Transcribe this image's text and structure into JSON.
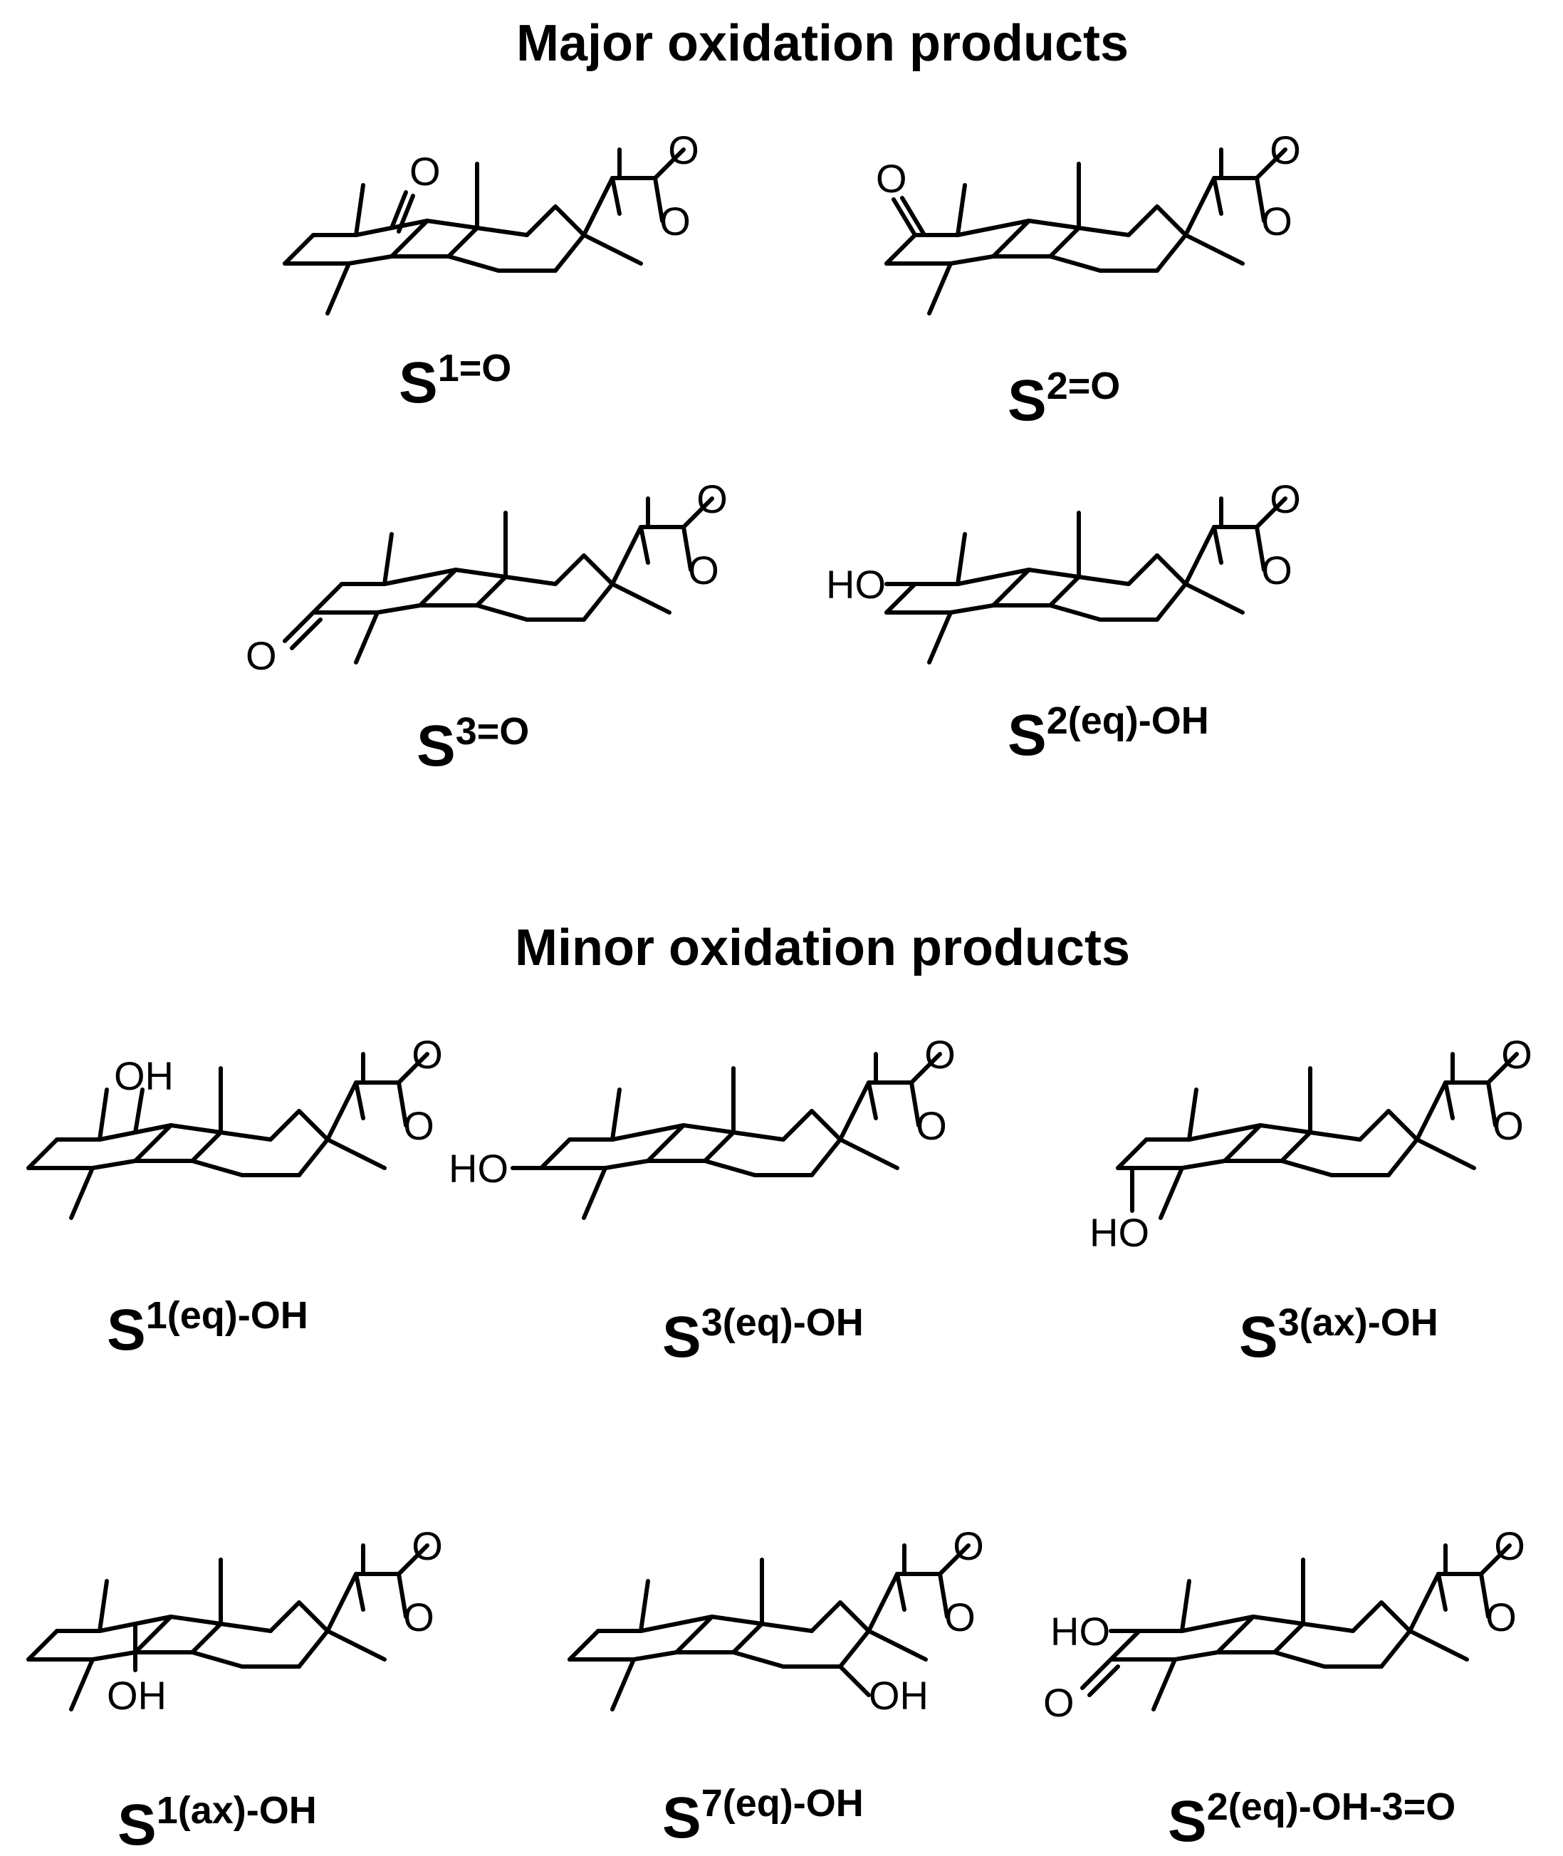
{
  "sections": {
    "major_title": "Major oxidation products",
    "minor_title": "Minor oxidation products"
  },
  "atoms": {
    "oxygen": "O",
    "hydroxyl": "HO",
    "hydroxyl_right": "OH"
  },
  "compounds": [
    {
      "base": "S",
      "sup": "1=O"
    },
    {
      "base": "S",
      "sup": "2=O"
    },
    {
      "base": "S",
      "sup": "3=O"
    },
    {
      "base": "S",
      "sup": "2(eq)-OH"
    },
    {
      "base": "S",
      "sup": "1(eq)-OH"
    },
    {
      "base": "S",
      "sup": "3(eq)-OH"
    },
    {
      "base": "S",
      "sup": "3(ax)-OH"
    },
    {
      "base": "S",
      "sup": "1(ax)-OH"
    },
    {
      "base": "S",
      "sup": "7(eq)-OH"
    },
    {
      "base": "S",
      "sup": "2(eq)-OH-3=O"
    }
  ]
}
